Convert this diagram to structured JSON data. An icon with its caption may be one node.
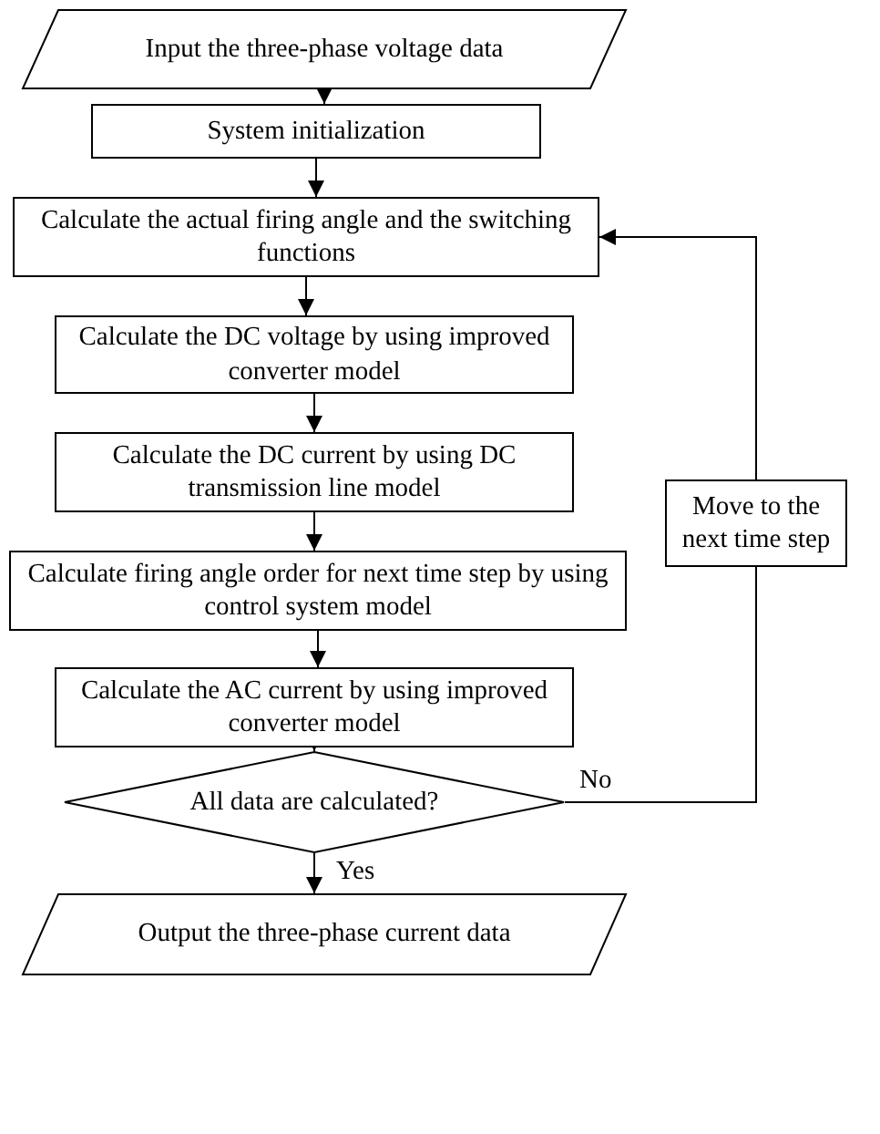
{
  "diagram": {
    "nodes": [
      {
        "text": [
          "Input the three-phase voltage data"
        ]
      },
      {
        "text": [
          "System initialization"
        ]
      },
      {
        "text": [
          "Calculate the actual firing angle and the switching functions"
        ]
      },
      {
        "text": [
          "Calculate the DC voltage by using improved converter model"
        ]
      },
      {
        "text": [
          "Calculate the DC current by using DC transmission line model"
        ]
      },
      {
        "text": [
          "Calculate firing angle order for next time step by using control system model"
        ]
      },
      {
        "text": [
          "Calculate the AC current by using improved converter model"
        ]
      },
      {
        "text": [
          "All data are calculated?"
        ]
      },
      {
        "text": [
          "Output the three-phase current data"
        ]
      },
      {
        "text": [
          "Move to the next time step"
        ]
      }
    ],
    "edges": [
      {
        "from": 0,
        "to": 1,
        "arrow": "to"
      },
      {
        "from": 1,
        "to": 2,
        "arrow": "to"
      },
      {
        "from": 2,
        "to": 3,
        "arrow": "to"
      },
      {
        "from": 3,
        "to": 4,
        "arrow": "to"
      },
      {
        "from": 4,
        "to": 5,
        "arrow": "to"
      },
      {
        "from": 5,
        "to": 6,
        "arrow": "to"
      },
      {
        "from": 6,
        "to": 7,
        "arrow": "to"
      },
      {
        "from": 7,
        "to": 8,
        "arrow": "to",
        "label": "Yes"
      },
      {
        "from": 7,
        "to": 9,
        "arrow": "none",
        "label": "No"
      },
      {
        "from": 9,
        "to": 2,
        "arrow": "to"
      }
    ]
  }
}
